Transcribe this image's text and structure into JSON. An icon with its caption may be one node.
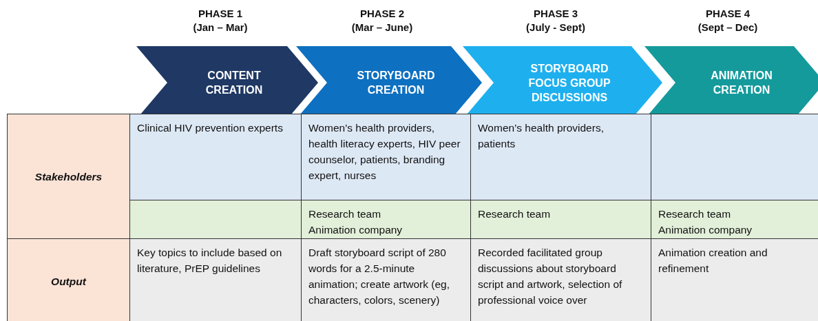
{
  "diagram": {
    "nodes": [
      {
        "text": [
          "PHASE 1 (Jan – Mar)",
          "CONTENT CREATION"
        ]
      },
      {
        "text": [
          "PHASE 2 (Mar – June)",
          "STORYBOARD CREATION"
        ]
      },
      {
        "text": [
          "PHASE 3 (July - Sept)",
          "STORYBOARD FOCUS GROUP DISCUSSIONS"
        ]
      },
      {
        "text": [
          "PHASE 4 (Sept – Dec)",
          "ANIMATION CREATION"
        ]
      }
    ],
    "labels": [
      "Stakeholders",
      "Clinical HIV prevention experts",
      "Women’s health providers, health literacy experts, HIV peer counselor, patients, branding expert, nurses",
      "Women’s health providers, patients",
      "Research team",
      "Animation company",
      "Research team",
      "Research team",
      "Animation company",
      "Output",
      "Key topics to include based on literature, PrEP guidelines",
      "Draft storyboard script of 280 words for a 2.5-minute animation; create artwork (eg, characters, colors, scenery)",
      "Recorded facilitated group discussions about storyboard script and artwork, selection of professional voice over",
      "Animation creation and refinement"
    ]
  }
}
